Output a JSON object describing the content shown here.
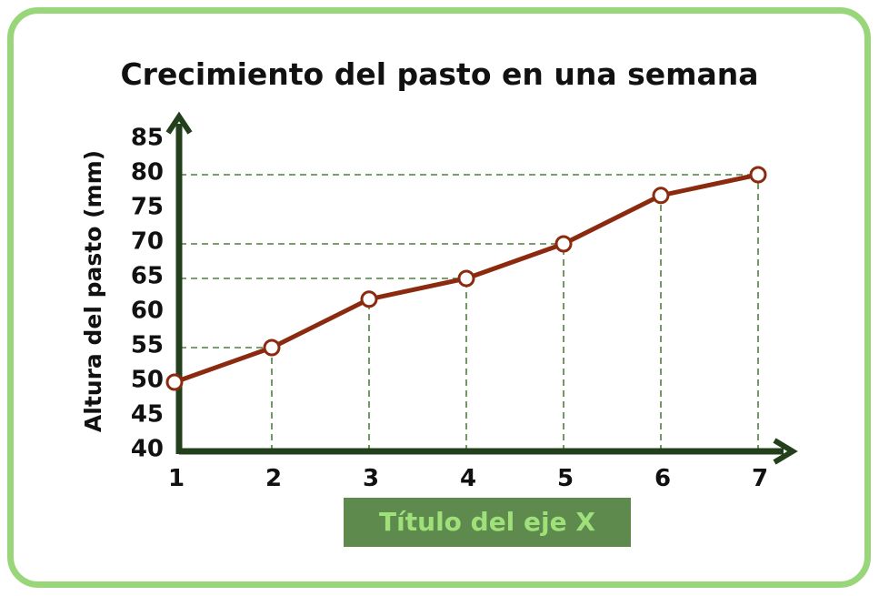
{
  "chart_data": {
    "type": "line",
    "title": "Crecimiento del pasto en una semana",
    "xlabel": "Título del eje X",
    "ylabel": "Altura del pasto (mm)",
    "x": [
      1,
      2,
      3,
      4,
      5,
      6,
      7
    ],
    "y": [
      50,
      55,
      62,
      65,
      70,
      77,
      80
    ],
    "xlim": [
      1,
      7
    ],
    "ylim": [
      40,
      85
    ],
    "yticks": [
      40,
      45,
      50,
      55,
      60,
      65,
      70,
      75,
      80,
      85
    ],
    "grid": "dashed guide lines to each point",
    "colors": {
      "line": "#8b2a0e",
      "marker_fill": "#ffffff",
      "axis": "#233f1c",
      "guides": "#4f7f3f",
      "border": "#99d679",
      "xlabel_bg": "#5e8a4d",
      "xlabel_text": "#9fe07a"
    }
  }
}
